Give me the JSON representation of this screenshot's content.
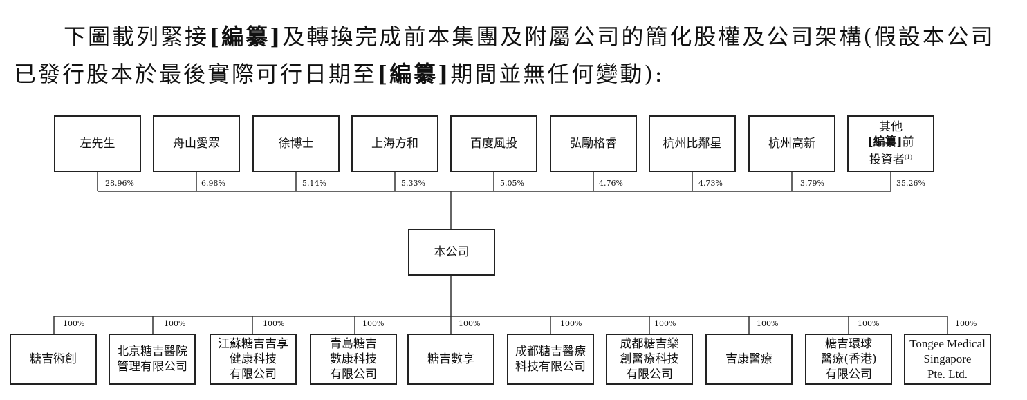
{
  "intro": {
    "part1": "下圖載列緊接",
    "redacted1": "[編纂]",
    "part2": "及轉換完成前本集團及附屬公司的簡化股權及公司架構(假設本公司已發行股本於最後實際可行日期至",
    "redacted2": "[編纂]",
    "part3": "期間並無任何變動):"
  },
  "shareholders": [
    {
      "name": "左先生",
      "pct": "28.96%"
    },
    {
      "name": "舟山愛眾",
      "pct": "6.98%"
    },
    {
      "name": "徐博士",
      "pct": "5.14%"
    },
    {
      "name": "上海方和",
      "pct": "5.33%"
    },
    {
      "name": "百度風投",
      "pct": "5.05%"
    },
    {
      "name": "弘勵格睿",
      "pct": "4.76%"
    },
    {
      "name": "杭州比鄰星",
      "pct": "4.73%"
    },
    {
      "name": "杭州高新",
      "pct": "3.79%"
    },
    {
      "name_line1": "其他",
      "name_line2_bold": "[編纂]",
      "name_line2": "前",
      "name_line3": "投資者",
      "footnote": "(1)",
      "pct": "35.26%"
    }
  ],
  "company": {
    "name": "本公司"
  },
  "subsidiaries": [
    {
      "lines": [
        "糖吉術創"
      ],
      "pct": "100%"
    },
    {
      "lines": [
        "北京糖吉醫院",
        "管理有限公司"
      ],
      "pct": "100%"
    },
    {
      "lines": [
        "江蘇糖吉吉享",
        "健康科技",
        "有限公司"
      ],
      "pct": "100%"
    },
    {
      "lines": [
        "青島糖吉",
        "數康科技",
        "有限公司"
      ],
      "pct": "100%"
    },
    {
      "lines": [
        "糖吉數享"
      ],
      "pct": "100%"
    },
    {
      "lines": [
        "成都糖吉醫療",
        "科技有限公司"
      ],
      "pct": "100%"
    },
    {
      "lines": [
        "成都糖吉樂",
        "創醫療科技",
        "有限公司"
      ],
      "pct": "100%"
    },
    {
      "lines": [
        "吉康醫療"
      ],
      "pct": "100%"
    },
    {
      "lines": [
        "糖吉環球",
        "醫療(香港)",
        "有限公司"
      ],
      "pct": "100%"
    },
    {
      "lines": [
        "Tongee Medical",
        "Singapore",
        "Pte. Ltd."
      ],
      "pct": "100%"
    }
  ]
}
